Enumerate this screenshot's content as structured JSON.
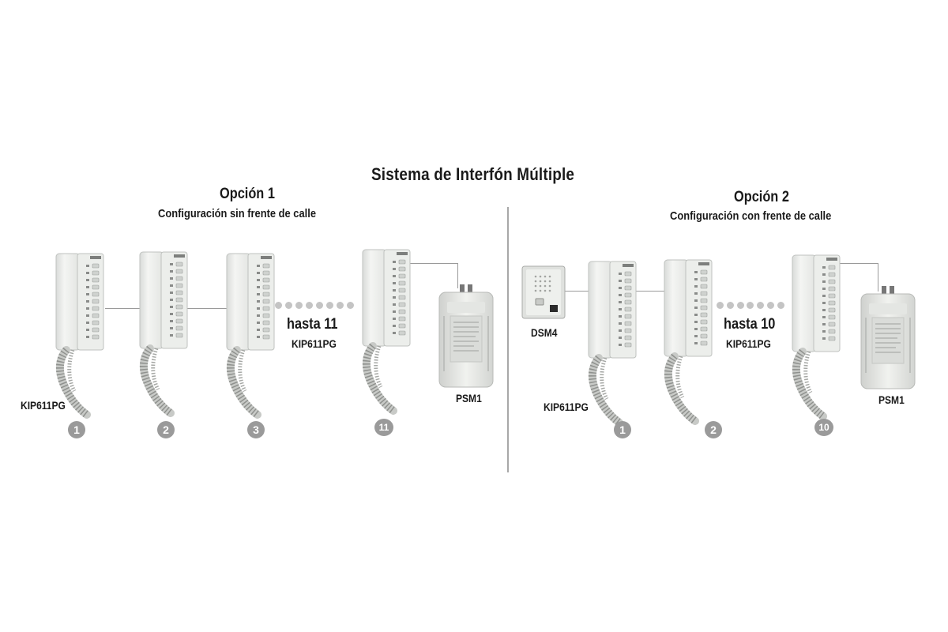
{
  "title": "Sistema de Interfón Múltiple",
  "option1": {
    "heading": "Opción 1",
    "subheading": "Configuración sin frente de calle",
    "model_label": "KIP611PG",
    "range_label": "hasta 11",
    "range_model": "KIP611PG",
    "power_label": "PSM1",
    "numbers": [
      "1",
      "2",
      "3",
      "11"
    ]
  },
  "option2": {
    "heading": "Opción 2",
    "subheading": "Configuración con frente de calle",
    "door_label": "DSM4",
    "model_label": "KIP611PG",
    "range_label": "hasta 10",
    "range_model": "KIP611PG",
    "power_label": "PSM1",
    "numbers": [
      "1",
      "2",
      "10"
    ]
  }
}
